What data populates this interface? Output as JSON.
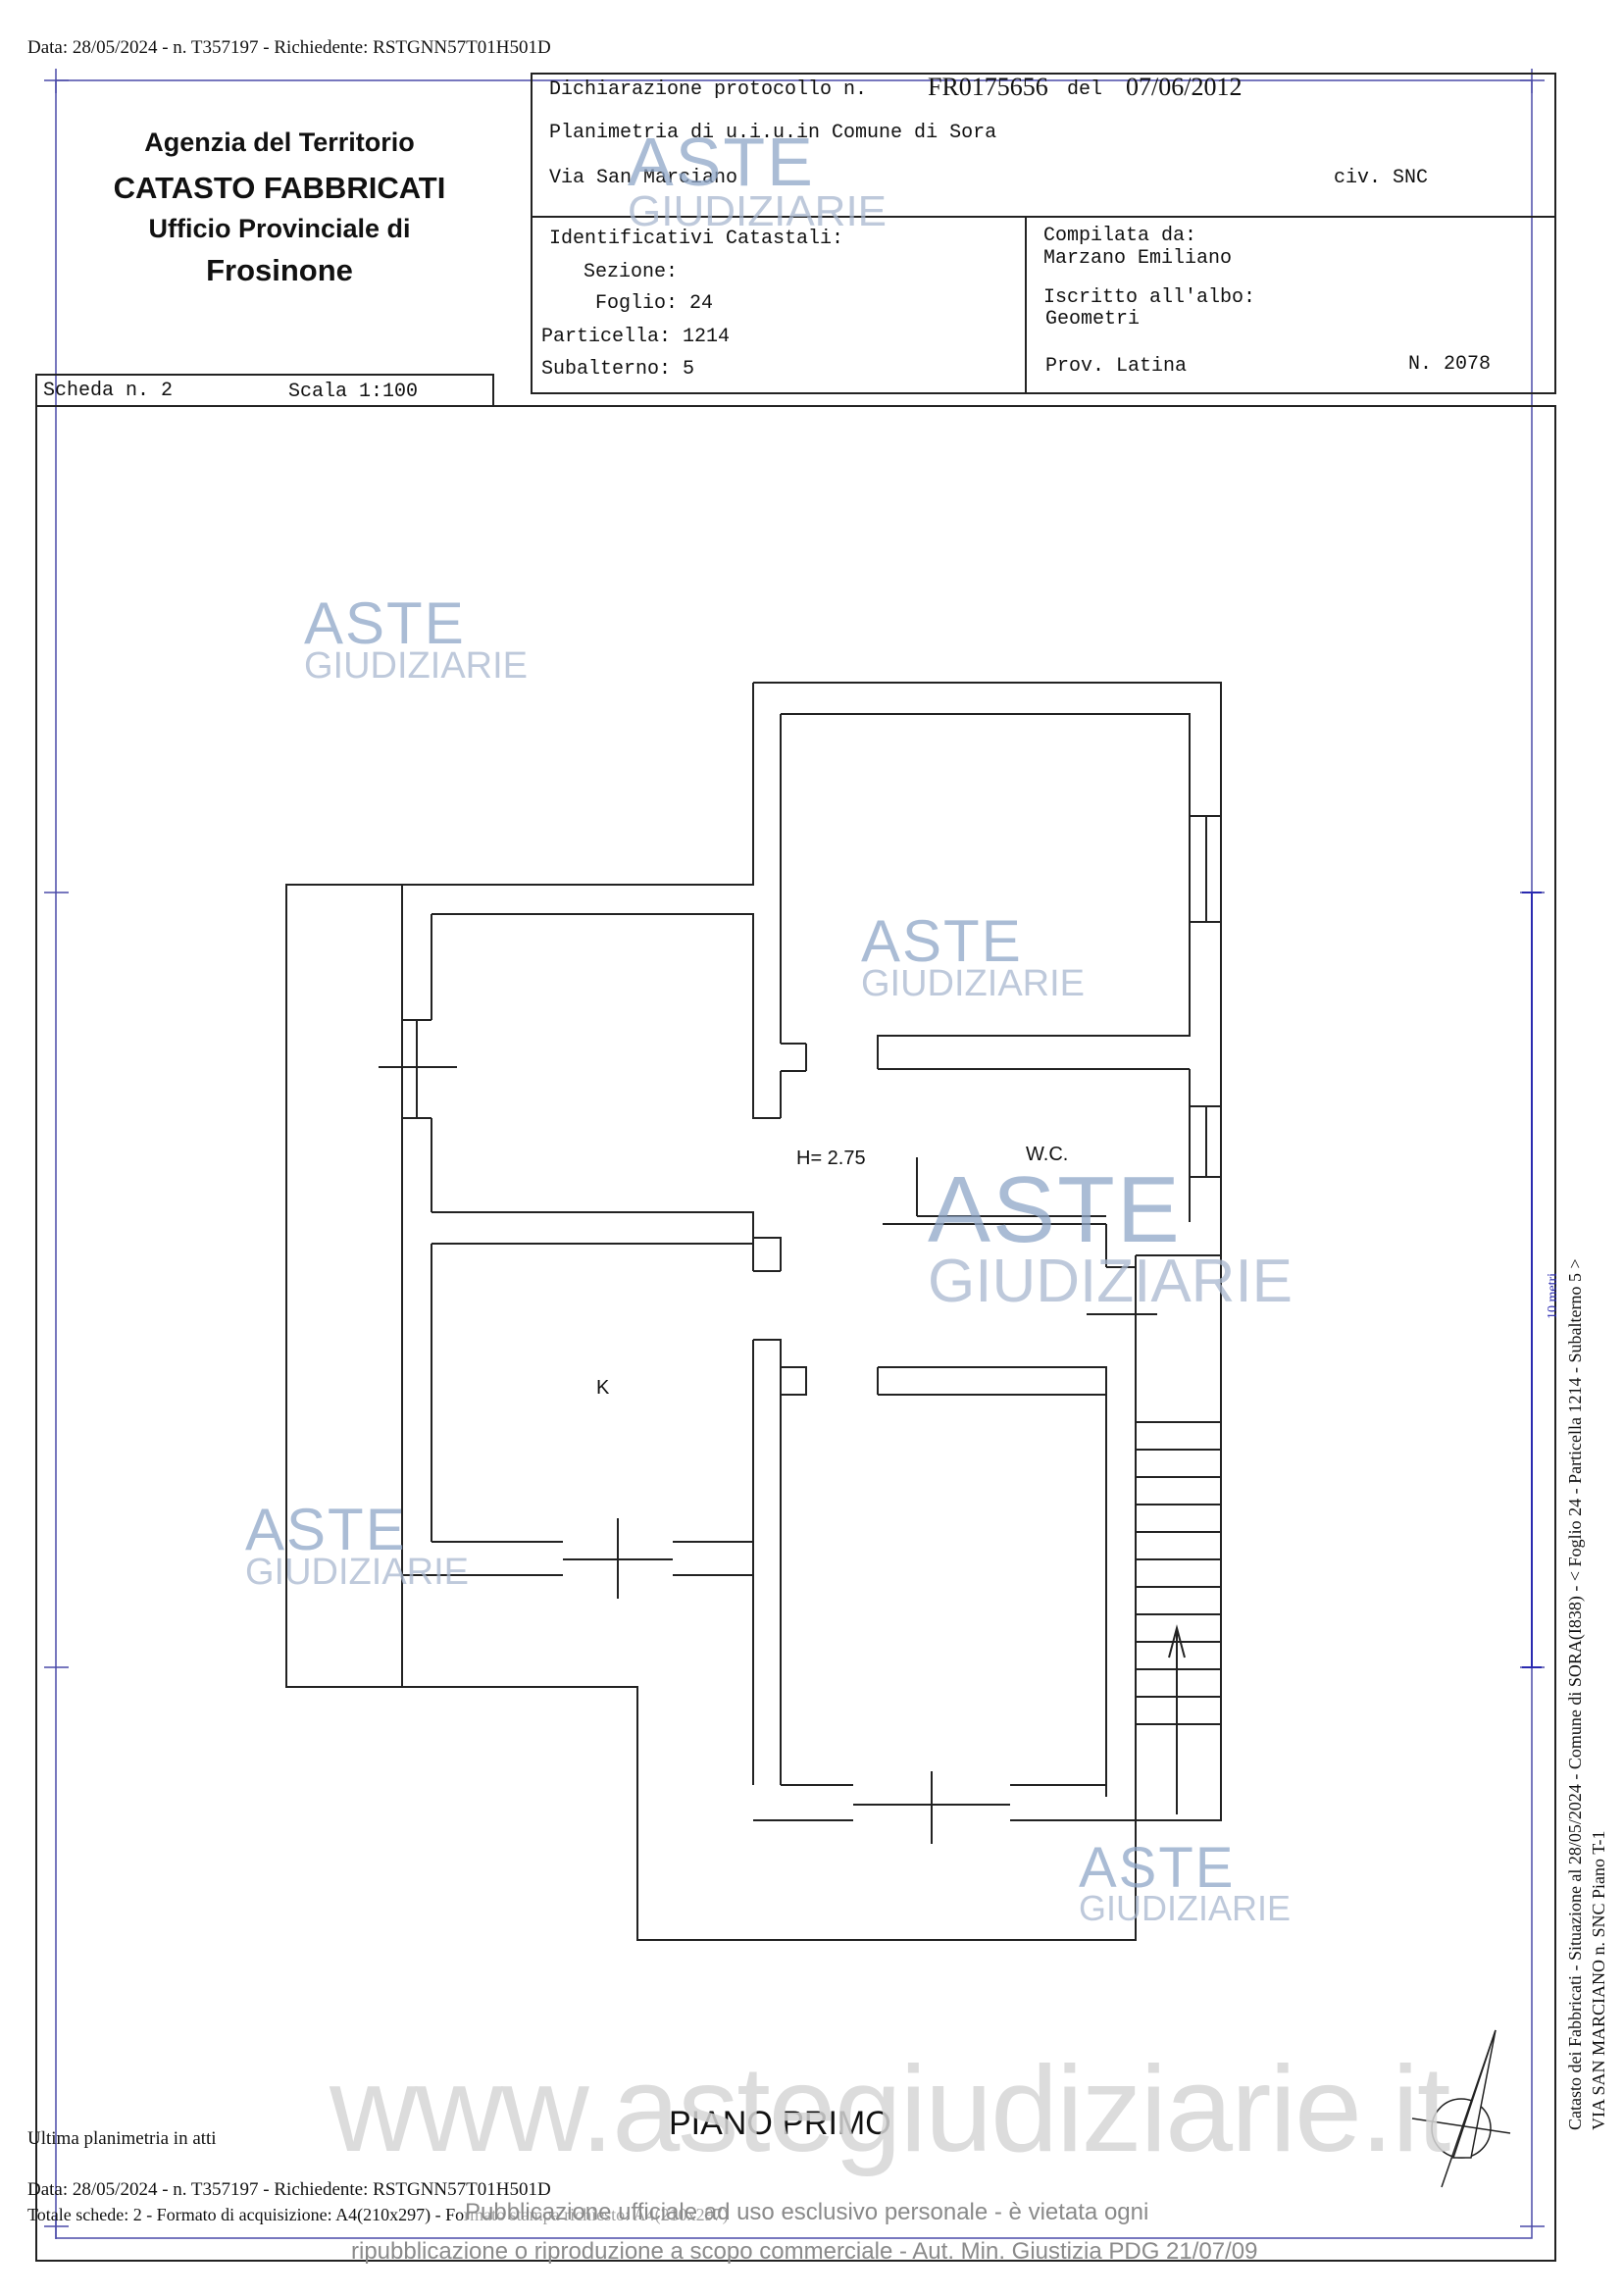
{
  "header": {
    "request_line": "Data: 28/05/2024 - n. T357197 - Richiedente: RSTGNN57T01H501D"
  },
  "agency": {
    "line1": "Agenzia del Territorio",
    "line2": "CATASTO FABBRICATI",
    "line3": "Ufficio Provinciale di",
    "line4": "Frosinone"
  },
  "declaration": {
    "protocol_label": "Dichiarazione protocollo n.",
    "protocol_number": "FR0175656",
    "date_label": "del",
    "date": "07/06/2012",
    "planimetria": "Planimetria di u.i.u.in Comune di Sora",
    "address": "Via San Marciano",
    "civic": "civ. SNC"
  },
  "identifiers": {
    "title": "Identificativi Catastali:",
    "sezione": "Sezione:",
    "foglio": "Foglio: 24",
    "particella": "Particella: 1214",
    "subalterno": "Subalterno: 5"
  },
  "compiler": {
    "label": "Compilata da:",
    "name": "Marzano Emiliano",
    "albo_label": "Iscritto all'albo:",
    "albo": "Geometri",
    "prov": "Prov. Latina",
    "number": "N.  2078"
  },
  "scheda": {
    "scheda": "Scheda n. 2",
    "scala": "Scala 1:100"
  },
  "plan": {
    "height_label": "H= 2.75",
    "wc_label": "W.C.",
    "kitchen_label": "K",
    "floor_title": "PIANO PRIMO",
    "side_small": "10 metri"
  },
  "side": {
    "line1": "Catasto dei Fabbricati - Situazione al 28/05/2024 - Comune di SORA(I838) - < Foglio 24 - Particella 1214 - Subalterno 5 >",
    "line2": "VIA SAN MARCIANO n. SNC Piano T-1"
  },
  "watermark": {
    "aste": "ASTE",
    "giudiziarie": "GIUDIZIARIE",
    "site": "www.astegiudiziarie.it"
  },
  "footer": {
    "last": "Ultima planimetria in atti",
    "request_line": "Data: 28/05/2024 - n. T357197 - Richiedente: RSTGNN57T01H501D",
    "schede": "Totale schede: 2 - Formato di acquisizione: A4(210x297) - Formato stampa richiesto: A4(210x297)"
  },
  "notice": {
    "line1": "Pubblicazione ufficiale ad uso esclusivo personale - è vietata ogni",
    "line2": "ripubblicazione o riproduzione a scopo commerciale - Aut. Min. Giustizia PDG 21/07/09"
  },
  "colors": {
    "frame": "#3a3aa8",
    "ink": "#222222",
    "watermark_blue": "#8ea6c8",
    "watermark_grey": "#d6d6d6"
  }
}
